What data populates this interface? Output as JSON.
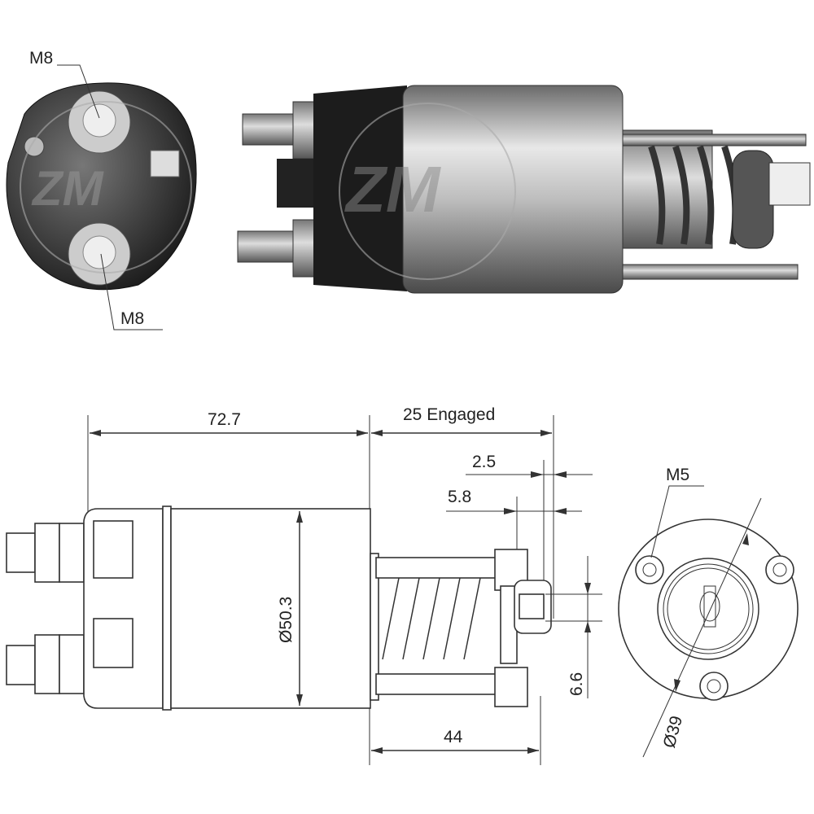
{
  "photo": {
    "end_view_labels": {
      "top_terminal": "M8",
      "bottom_terminal": "M8"
    },
    "watermark": "ZM"
  },
  "drawing": {
    "dimensions": {
      "body_length": "72.7",
      "engaged_travel": "25 Engaged",
      "gap_small": "2.5",
      "gap_large": "5.8",
      "mount_thread": "M5",
      "body_diameter": "Ø50.3",
      "slot_width": "6.6",
      "stud_length": "44",
      "bolt_circle": "Ø39"
    }
  }
}
